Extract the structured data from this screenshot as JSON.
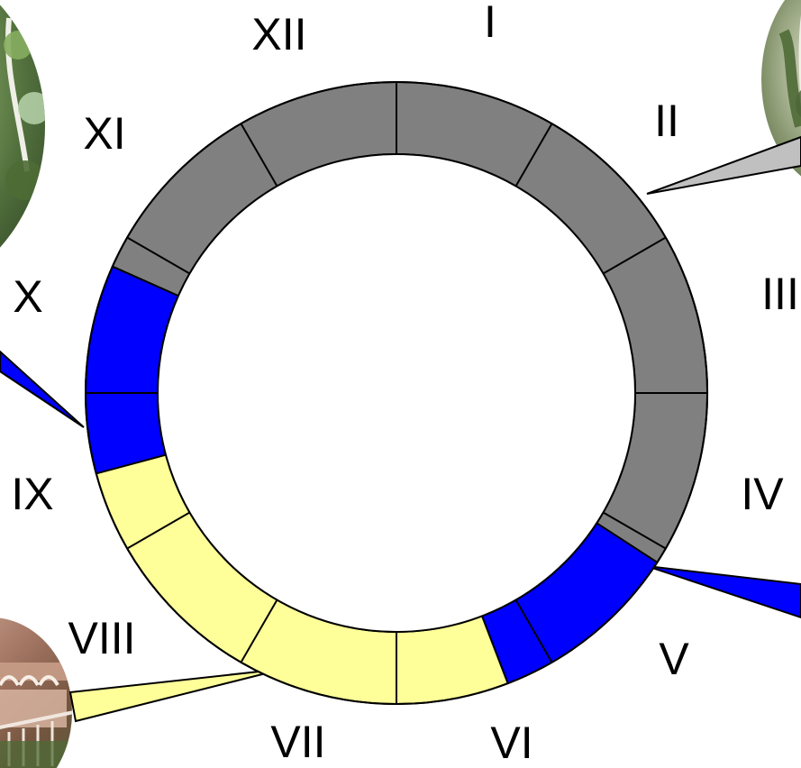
{
  "diagram": {
    "type": "annual-ring",
    "labels": [
      "I",
      "II",
      "III",
      "IV",
      "V",
      "VI",
      "VII",
      "VIII",
      "IX",
      "X",
      "XI",
      "XII"
    ],
    "colors": {
      "gray": "#808080",
      "blue": "#0000ff",
      "yellow": "#ffff99",
      "callout_gray": "#c0c0c0",
      "callout_blue": "#0000ff",
      "callout_yellow": "#ffff99"
    },
    "segment_sequence": [
      {
        "color": "gray",
        "from_month": 9.8,
        "to_month": 16.1
      },
      {
        "color": "blue",
        "from_month": 4.1,
        "to_month": 5.3
      },
      {
        "color": "yellow",
        "from_month": 5.3,
        "to_month": 8.5
      },
      {
        "color": "blue",
        "from_month": 8.5,
        "to_month": 9.8
      }
    ],
    "photo_regions": [
      "forest-photo",
      "waterfall-photo",
      "castle-photo"
    ]
  }
}
